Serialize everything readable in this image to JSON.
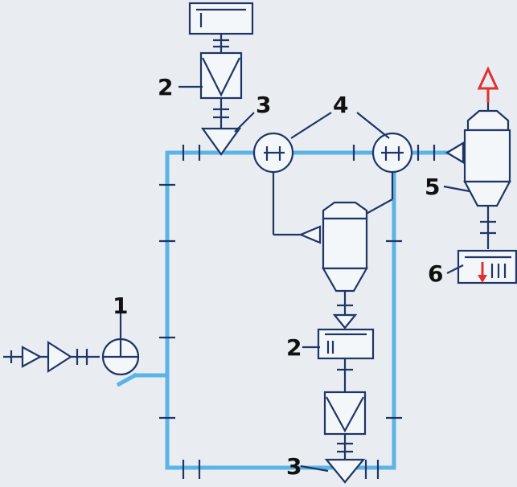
{
  "labels": {
    "l2a": "2",
    "l3a": "3",
    "l4": "4",
    "l5": "5",
    "l6": "6",
    "l1": "1",
    "l2b": "2",
    "l3b": "3"
  },
  "colors": {
    "pipe": "#5ab4e6",
    "ink": "#1e3566",
    "arrow_up": "#e03030",
    "arrow_down": "#e03030"
  },
  "icons": {
    "pump": "circle-valve-icon",
    "filter": "filter-triangle-icon",
    "tank": "tank-icon",
    "separator": "cyclone-separator-icon"
  }
}
